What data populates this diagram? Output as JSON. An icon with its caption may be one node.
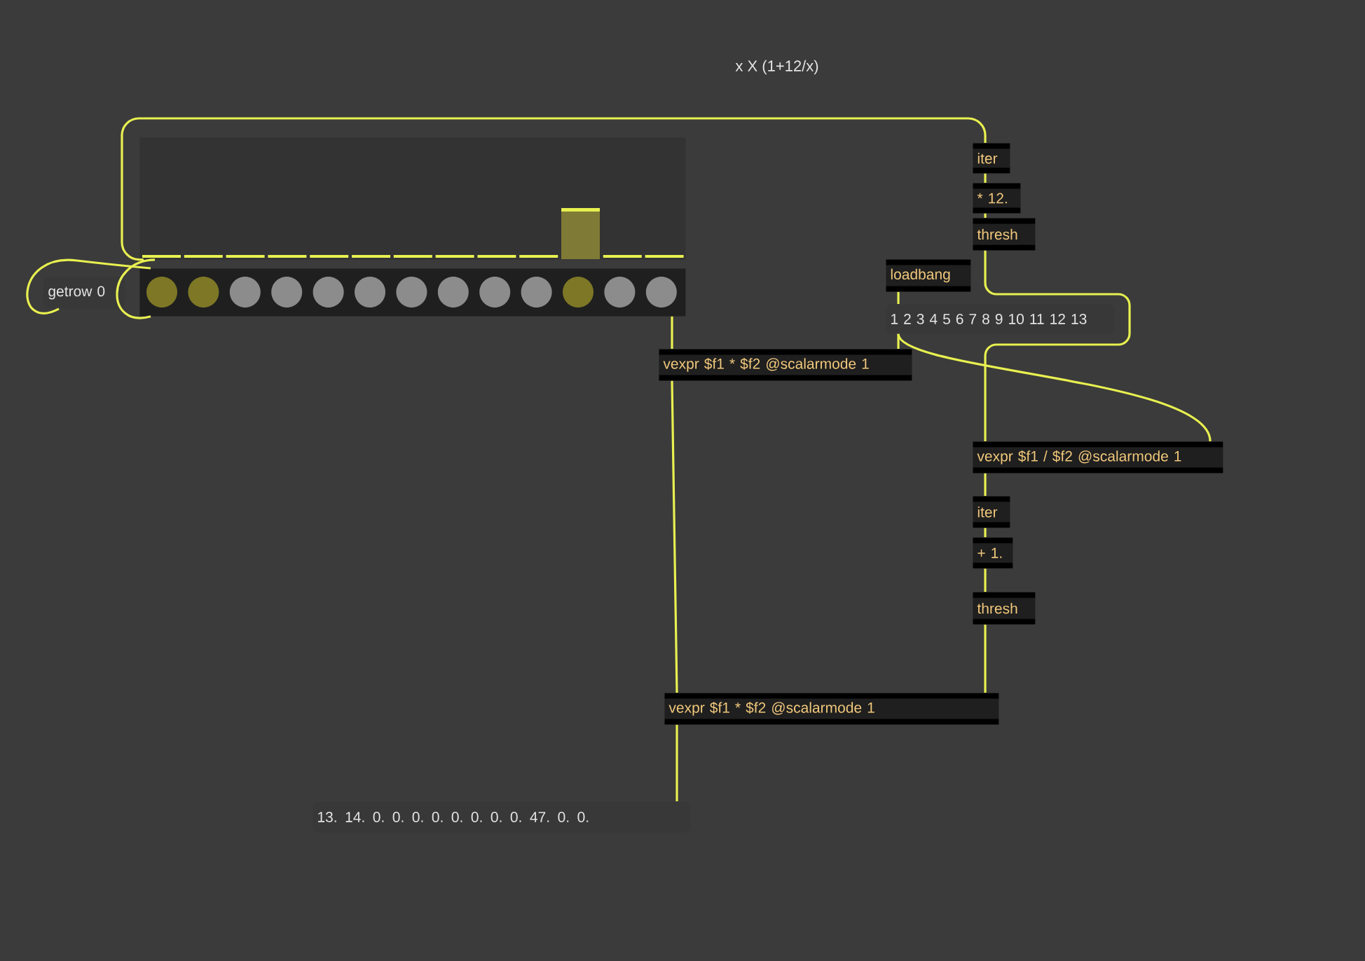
{
  "diagram": {
    "title": "x X (1+12/x)",
    "nodes": [
      {
        "text": [],
        "shape": "box"
      },
      {
        "text": [
          "iter"
        ]
      },
      {
        "text": [
          "* 12."
        ]
      },
      {
        "text": [
          "thresh"
        ]
      },
      {
        "text": [
          "loadbang"
        ]
      },
      {
        "text": [
          "getrow 0"
        ]
      },
      {
        "text": [],
        "shape": "box"
      },
      {
        "text": [
          "1 2 3 4 5 6 7 8 9 10 11 12 13"
        ]
      },
      {
        "text": [
          "vexpr $f1 * $f2 @scalarmode 1"
        ]
      },
      {
        "text": [
          "vexpr $f1 / $f2 @scalarmode 1"
        ]
      },
      {
        "text": [
          "iter"
        ]
      },
      {
        "text": [
          "+ 1."
        ]
      },
      {
        "text": [
          "thresh"
        ]
      },
      {
        "text": [
          "vexpr $f1 * $f2 @scalarmode 1"
        ]
      },
      {
        "text": [
          "13. 14. 0. 0. 0. 0. 0. 0. 0. 0. 47. 0. 0."
        ]
      }
    ],
    "edges": [
      {
        "from": 0,
        "to": 1,
        "arrow": "none"
      },
      {
        "from": 1,
        "to": 2,
        "arrow": "none"
      },
      {
        "from": 2,
        "to": 3,
        "arrow": "none"
      },
      {
        "from": 4,
        "to": 7,
        "arrow": "none"
      },
      {
        "from": 5,
        "to": 6,
        "arrow": "none"
      },
      {
        "from": 6,
        "to": 0,
        "arrow": "none"
      },
      {
        "from": 6,
        "to": 8,
        "arrow": "none"
      },
      {
        "from": 7,
        "to": 8,
        "arrow": "none"
      },
      {
        "from": 7,
        "to": 9,
        "arrow": "none"
      },
      {
        "from": 3,
        "to": 9,
        "arrow": "none"
      },
      {
        "from": 9,
        "to": 10,
        "arrow": "none"
      },
      {
        "from": 10,
        "to": 11,
        "arrow": "none"
      },
      {
        "from": 11,
        "to": 12,
        "arrow": "none"
      },
      {
        "from": 12,
        "to": 13,
        "arrow": "none"
      },
      {
        "from": 8,
        "to": 13,
        "arrow": "none"
      },
      {
        "from": 13,
        "to": 14,
        "arrow": "none"
      }
    ]
  }
}
